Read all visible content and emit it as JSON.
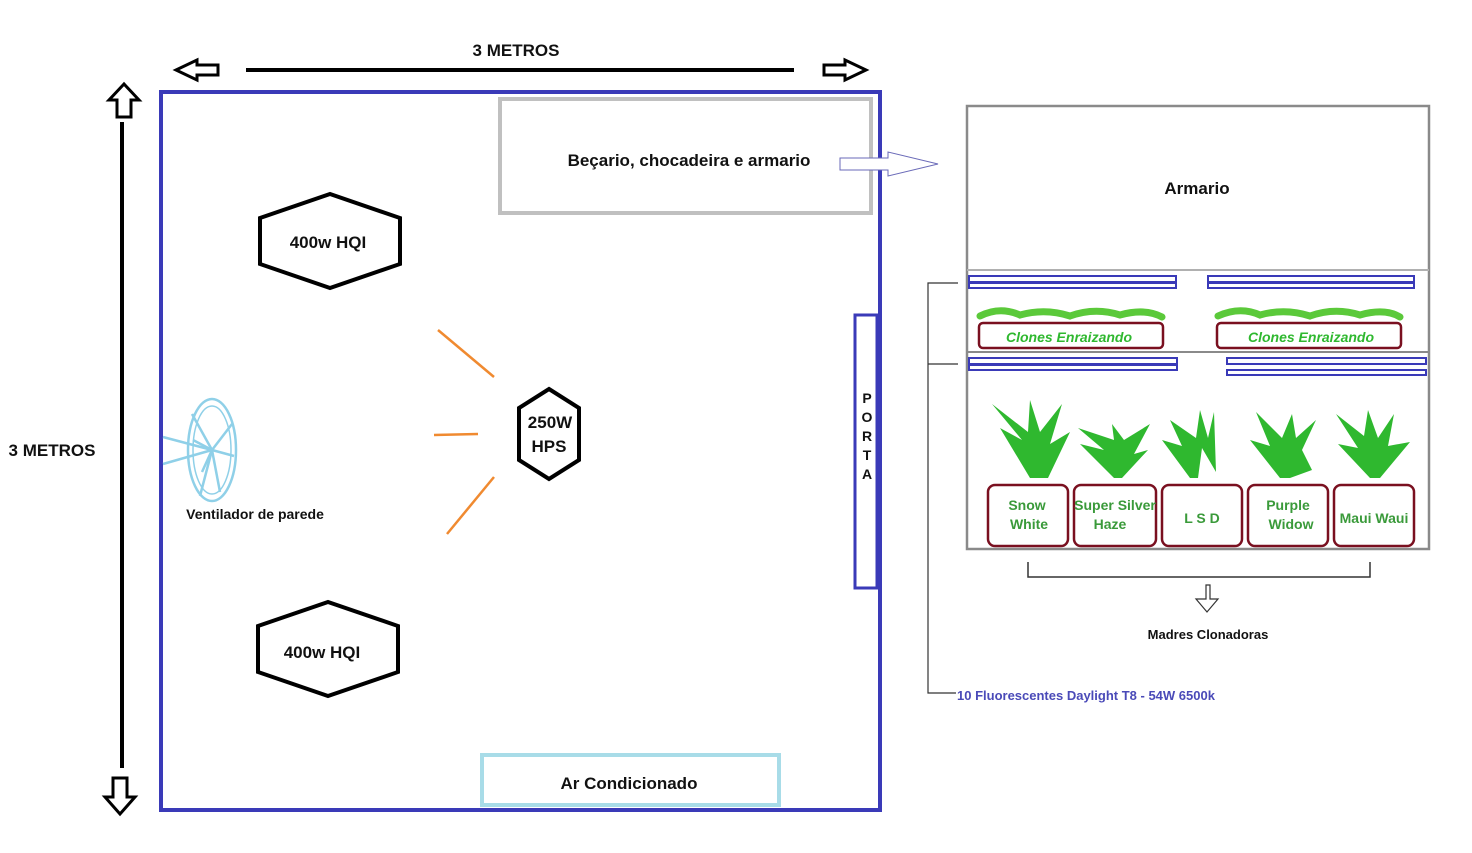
{
  "dimensions": {
    "width_label": "3 METROS",
    "height_label": "3 METROS"
  },
  "room": {
    "lamp_top": "400w HQI",
    "lamp_bottom": "400w HQI",
    "lamp_center_line1": "250W",
    "lamp_center_line2": "HPS",
    "cabinet_box": "Beçario, chocadeira e armario",
    "fan": "Ventilador de parede",
    "door_letters": [
      "P",
      "O",
      "R",
      "T",
      "A"
    ],
    "air_conditioner": "Ar Condicionado"
  },
  "cabinet": {
    "top_compartment": "Armario",
    "clone_trays": [
      "Clones Enraizando",
      "Clones Enraizando"
    ],
    "mother_plants": [
      {
        "line1": "Snow",
        "line2": "White"
      },
      {
        "line1": "Super Silver",
        "line2": "Haze"
      },
      {
        "line1": "L S D",
        "line2": ""
      },
      {
        "line1": "Purple",
        "line2": "Widow"
      },
      {
        "line1": "Maui Waui",
        "line2": ""
      }
    ],
    "mothers_label": "Madres Clonadoras",
    "fluorescent_label": "10 Fluorescentes Daylight T8 - 54W 6500k"
  },
  "colors": {
    "room_wall": "#3a3ab8",
    "cabinet_box": "#c0c0c0",
    "air_conditioner": "#a8dce8",
    "fan": "#8fd0e8",
    "light_rays": "#f08a30",
    "pot": "#7a1020",
    "plant": "#2fb82f",
    "tube": "#3a3ab8"
  }
}
